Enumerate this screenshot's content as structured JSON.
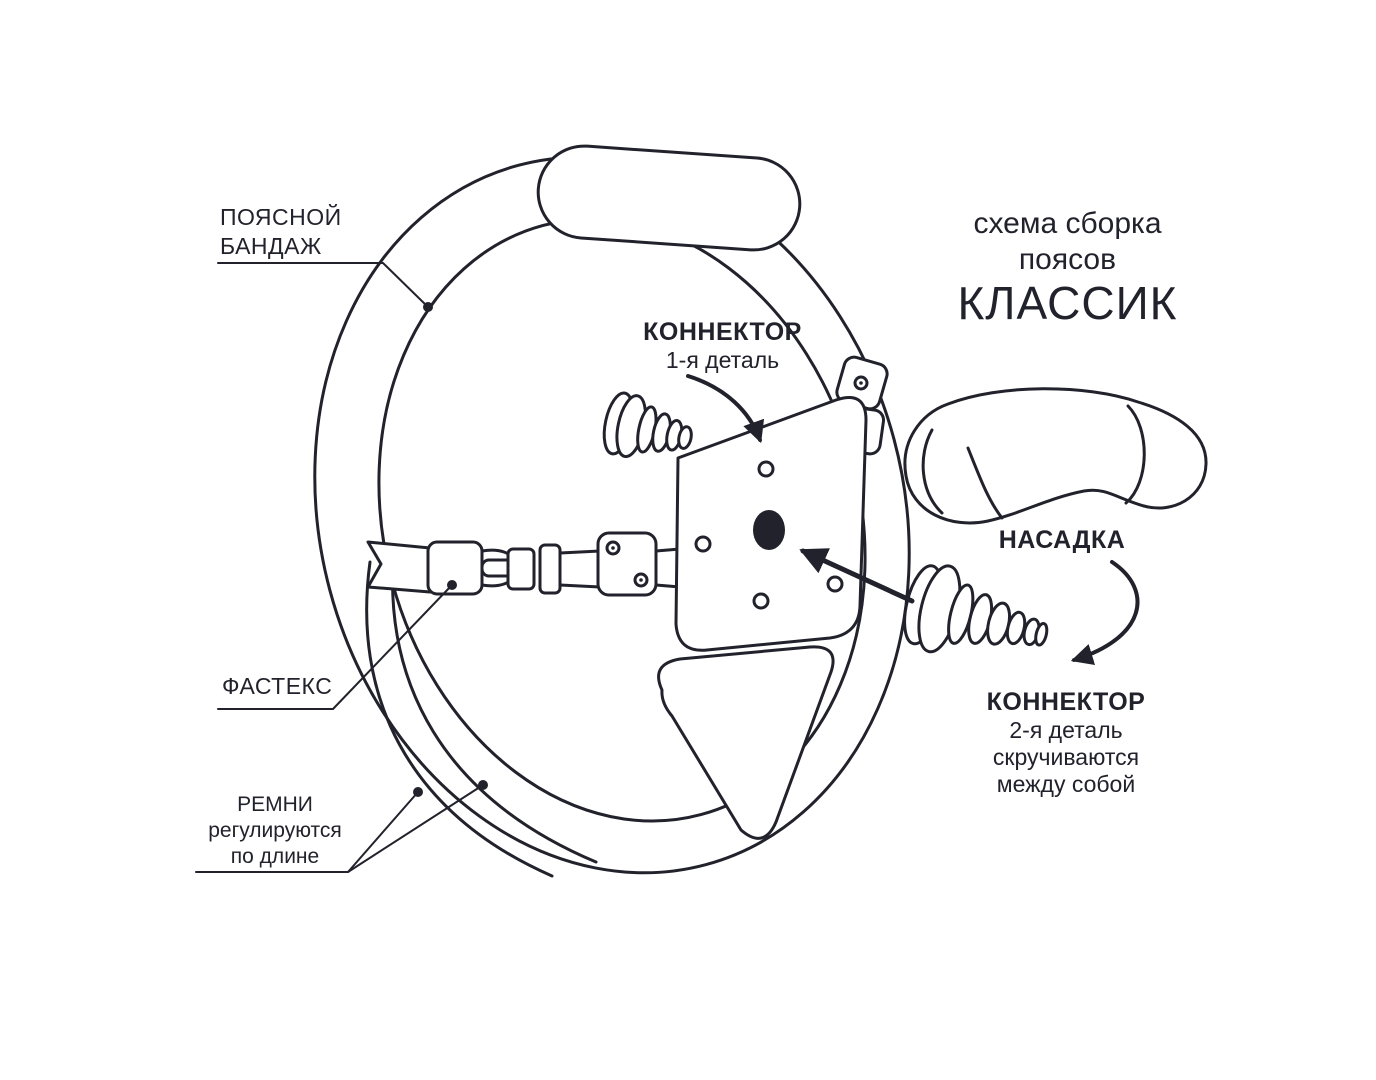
{
  "colors": {
    "ink": "#22222c",
    "background": "#ffffff"
  },
  "title": {
    "line1": "схема сборка",
    "line2": "поясов",
    "line3": "КЛАССИК"
  },
  "labels": {
    "waistband": {
      "line1": "ПОЯСНОЙ",
      "line2": "БАНДАЖ"
    },
    "connector1": {
      "name": "КОННЕКТОР",
      "detail": "1-я деталь"
    },
    "nozzle": {
      "name": "НАСАДКА"
    },
    "connector2": {
      "name": "КОННЕКТОР",
      "detail": "2-я деталь",
      "note1": "скручиваются",
      "note2": "между собой"
    },
    "fastex": {
      "name": "ФАСТЕКС"
    },
    "straps": {
      "name": "РЕМНИ",
      "note1": "регулируются",
      "note2": "по длине"
    }
  }
}
